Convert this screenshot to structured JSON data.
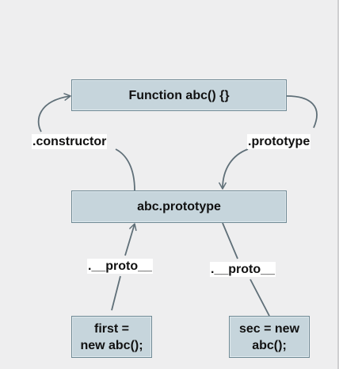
{
  "nodes": {
    "function_box": {
      "text": "Function abc() {}"
    },
    "prototype_box": {
      "text": "abc.prototype"
    },
    "first_box": {
      "line1": "first =",
      "line2": "new abc();"
    },
    "sec_box": {
      "line1": "sec = new",
      "line2": "abc();"
    }
  },
  "edge_labels": {
    "constructor": ".constructor",
    "prototype": ".prototype",
    "proto_left": ".__proto__",
    "proto_right": ".__proto__"
  },
  "colors": {
    "box_fill": "#c6d5dc",
    "box_border": "#6f8994",
    "connector": "#5f6f78",
    "background": "#eeeeef"
  }
}
